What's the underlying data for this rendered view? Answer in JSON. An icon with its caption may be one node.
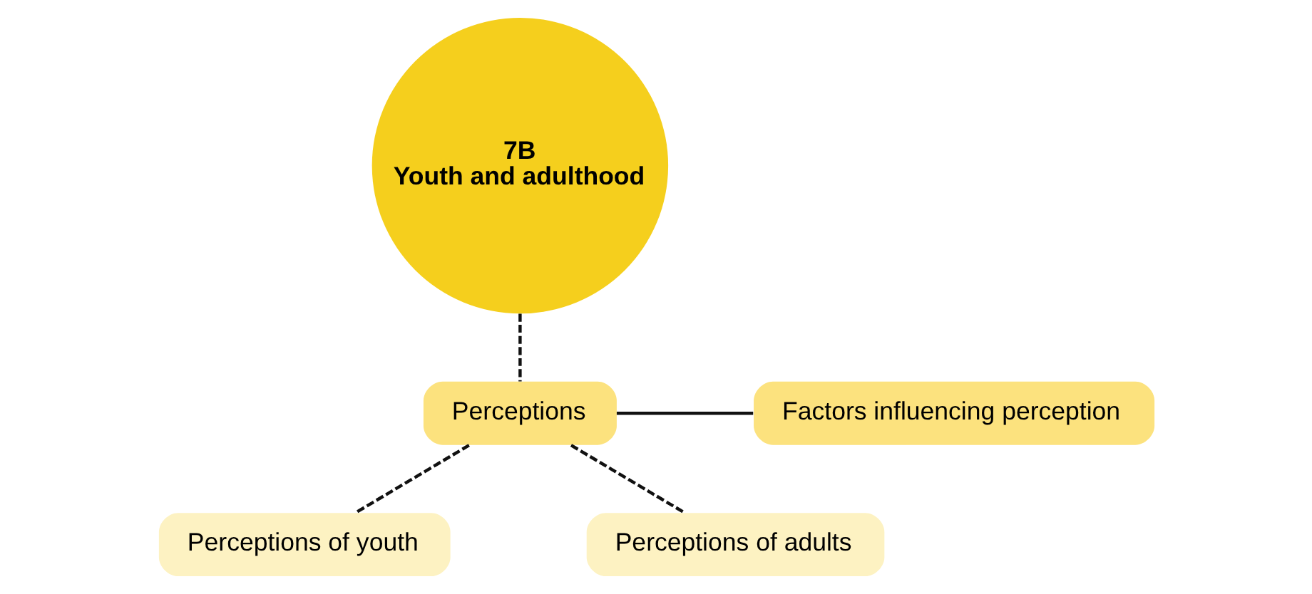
{
  "diagram": {
    "nodes": [
      {
        "text": [
          "7B",
          "Youth and adulthood"
        ]
      },
      {
        "text": [
          "Perceptions"
        ]
      },
      {
        "text": [
          "Factors influencing perception"
        ]
      },
      {
        "text": [
          "Perceptions of youth"
        ]
      },
      {
        "text": [
          "Perceptions of adults"
        ]
      }
    ],
    "edges": [
      {
        "from": 0,
        "to": 1,
        "arrow": "none",
        "style": "dashed"
      },
      {
        "from": 1,
        "to": 2,
        "arrow": "none"
      },
      {
        "from": 1,
        "to": 3,
        "arrow": "none",
        "style": "dashed"
      },
      {
        "from": 1,
        "to": 4,
        "arrow": "none",
        "style": "dashed"
      }
    ]
  }
}
